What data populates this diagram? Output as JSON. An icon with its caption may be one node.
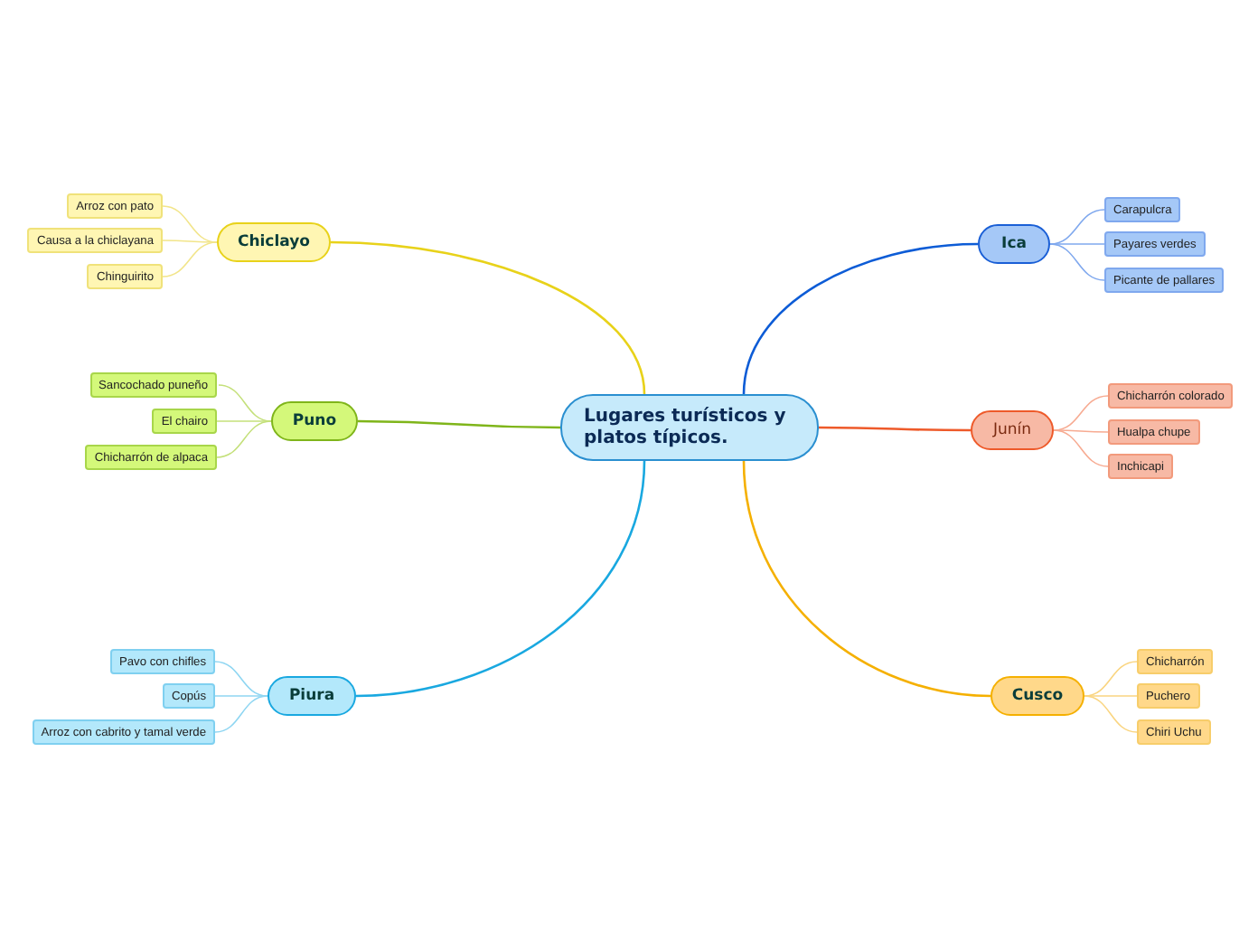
{
  "diagram": {
    "nodes": [
      {
        "text": [
          "Lugares turísticos y platos típicos."
        ]
      },
      {
        "text": [
          "Chiclayo"
        ]
      },
      {
        "text": [
          "Arroz con pato"
        ]
      },
      {
        "text": [
          "Causa a la chiclayana"
        ]
      },
      {
        "text": [
          "Chinguirito"
        ]
      },
      {
        "text": [
          "Ica"
        ]
      },
      {
        "text": [
          "Carapulcra"
        ]
      },
      {
        "text": [
          "Payares verdes"
        ]
      },
      {
        "text": [
          "Picante de pallares"
        ]
      },
      {
        "text": [
          "Puno"
        ]
      },
      {
        "text": [
          "Sancochado puneño"
        ]
      },
      {
        "text": [
          "El chairo"
        ]
      },
      {
        "text": [
          "Chicharrón de alpaca"
        ]
      },
      {
        "text": [
          "Junín"
        ]
      },
      {
        "text": [
          "Chicharrón colorado"
        ]
      },
      {
        "text": [
          "Hualpa chupe"
        ]
      },
      {
        "text": [
          "Inchicapi"
        ]
      },
      {
        "text": [
          "Piura"
        ]
      },
      {
        "text": [
          "Pavo con chifles"
        ]
      },
      {
        "text": [
          "Copús"
        ]
      },
      {
        "text": [
          "Arroz con cabrito y tamal verde"
        ]
      },
      {
        "text": [
          "Cusco"
        ]
      },
      {
        "text": [
          "Chicharrón"
        ]
      },
      {
        "text": [
          "Puchero"
        ]
      },
      {
        "text": [
          "Chiri Uchu"
        ]
      }
    ],
    "edges": [
      {
        "from": 0,
        "to": 1,
        "arrow": "none",
        "color": "#e8d21a"
      },
      {
        "from": 1,
        "to": 2,
        "arrow": "none",
        "color": "#f2e58a"
      },
      {
        "from": 1,
        "to": 3,
        "arrow": "none",
        "color": "#f2e58a"
      },
      {
        "from": 1,
        "to": 4,
        "arrow": "none",
        "color": "#f2e58a"
      },
      {
        "from": 0,
        "to": 5,
        "arrow": "none",
        "color": "#0d5cd6"
      },
      {
        "from": 5,
        "to": 6,
        "arrow": "none",
        "color": "#7fa8ee"
      },
      {
        "from": 5,
        "to": 7,
        "arrow": "none",
        "color": "#7fa8ee"
      },
      {
        "from": 5,
        "to": 8,
        "arrow": "none",
        "color": "#7fa8ee"
      },
      {
        "from": 0,
        "to": 9,
        "arrow": "none",
        "color": "#7fb51a"
      },
      {
        "from": 9,
        "to": 10,
        "arrow": "none",
        "color": "#c4e07a"
      },
      {
        "from": 9,
        "to": 11,
        "arrow": "none",
        "color": "#c4e07a"
      },
      {
        "from": 9,
        "to": 12,
        "arrow": "none",
        "color": "#c4e07a"
      },
      {
        "from": 0,
        "to": 13,
        "arrow": "none",
        "color": "#ee5a2a"
      },
      {
        "from": 13,
        "to": 14,
        "arrow": "none",
        "color": "#f7ab92"
      },
      {
        "from": 13,
        "to": 15,
        "arrow": "none",
        "color": "#f7ab92"
      },
      {
        "from": 13,
        "to": 16,
        "arrow": "none",
        "color": "#f7ab92"
      },
      {
        "from": 0,
        "to": 17,
        "arrow": "none",
        "color": "#19a8e0"
      },
      {
        "from": 17,
        "to": 18,
        "arrow": "none",
        "color": "#8fd6f2"
      },
      {
        "from": 17,
        "to": 19,
        "arrow": "none",
        "color": "#8fd6f2"
      },
      {
        "from": 17,
        "to": 20,
        "arrow": "none",
        "color": "#8fd6f2"
      },
      {
        "from": 0,
        "to": 21,
        "arrow": "none",
        "color": "#f5b000"
      },
      {
        "from": 21,
        "to": 22,
        "arrow": "none",
        "color": "#fad580"
      },
      {
        "from": 21,
        "to": 23,
        "arrow": "none",
        "color": "#fad580"
      },
      {
        "from": 21,
        "to": 24,
        "arrow": "none",
        "color": "#fad580"
      }
    ]
  }
}
